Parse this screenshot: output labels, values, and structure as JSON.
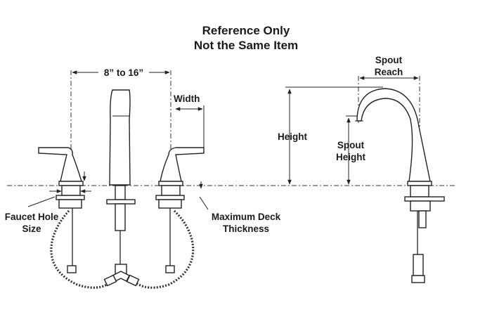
{
  "title": {
    "line1": "Reference Only",
    "line2": "Not the Same Item"
  },
  "labels": {
    "spread": "8” to 16”",
    "width": "Width",
    "faucet_hole_line1": "Faucet Hole",
    "faucet_hole_line2": "Size",
    "deck_line1": "Maximum Deck",
    "deck_line2": "Thickness",
    "height": "Height",
    "spout_reach_line1": "Spout",
    "spout_reach_line2": "Reach",
    "spout_height_line1": "Spout",
    "spout_height_line2": "Height"
  }
}
